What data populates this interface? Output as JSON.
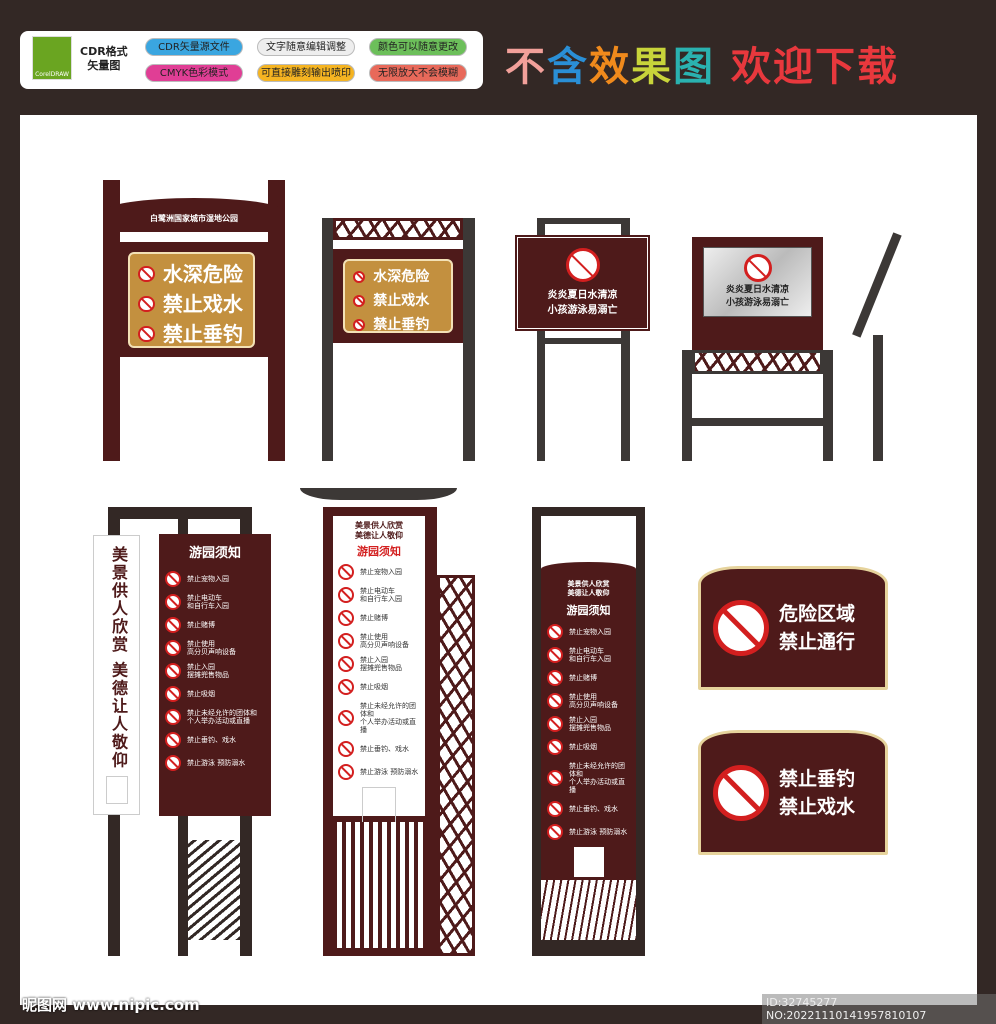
{
  "header": {
    "logo_text": "CorelDRAW",
    "format_line1": "CDR格式",
    "format_line2": "矢量图",
    "pills": [
      {
        "label": "CDR矢量源文件",
        "color": "#3aa6e0"
      },
      {
        "label": "文字随意编辑调整",
        "color": "#eeeeee"
      },
      {
        "label": "颜色可以随意更改",
        "color": "#6cbf5a"
      },
      {
        "label": "CMYK色彩模式",
        "color": "#e03e95"
      },
      {
        "label": "可直接雕刻输出喷印",
        "color": "#f5b421"
      },
      {
        "label": "无限放大不会模糊",
        "color": "#e8695a"
      }
    ]
  },
  "title": {
    "chars": [
      {
        "c": "不",
        "color": "#f2a09a"
      },
      {
        "c": "含",
        "color": "#2a8fd6"
      },
      {
        "c": "效",
        "color": "#f08a1c"
      },
      {
        "c": "果",
        "color": "#c8d43a"
      },
      {
        "c": "图",
        "color": "#2ab2b0"
      },
      {
        "c": " ",
        "color": "#fff"
      },
      {
        "c": "欢",
        "color": "#e8383d"
      },
      {
        "c": "迎",
        "color": "#e8383d"
      },
      {
        "c": "下",
        "color": "#e8383d"
      },
      {
        "c": "载",
        "color": "#e8383d"
      }
    ]
  },
  "sign1": {
    "park_name": "白鹭洲国家城市湿地公园",
    "lines": [
      "水深危险",
      "禁止戏水",
      "禁止垂钓"
    ]
  },
  "sign2": {
    "lines": [
      "水深危险",
      "禁止戏水",
      "禁止垂钓"
    ]
  },
  "sign3": {
    "line1": "炎炎夏日水清凉",
    "line2": "小孩游泳易溺亡"
  },
  "sign4": {
    "line1": "炎炎夏日水清凉",
    "line2": "小孩游泳易溺亡"
  },
  "notice": {
    "title": "游园须知",
    "slogan": "美景供人欣赏 美德让人敬仰",
    "slogan1": "美景供人欣赏",
    "slogan2": "美德让人敬仰",
    "items": [
      "禁止宠物入园",
      "禁止电动车\n和自行车入园",
      "禁止赌博",
      "禁止使用\n高分贝声响设备",
      "禁止入园\n摆摊兜售物品",
      "禁止吸烟",
      "禁止未经允许的团体和\n个人举办活动或直播",
      "禁止垂钓、戏水",
      "禁止游泳 预防溺水"
    ]
  },
  "danger1": {
    "line1": "危险区域",
    "line2": "禁止通行"
  },
  "danger2": {
    "line1": "禁止垂钓",
    "line2": "禁止戏水"
  },
  "watermark": {
    "site": "昵图网 www.nipic.com",
    "id": "ID:32745277 NO:20221110141957810107"
  },
  "colors": {
    "maroon": "#4e1a1a",
    "gold": "#c3903f",
    "background": "#332825"
  }
}
